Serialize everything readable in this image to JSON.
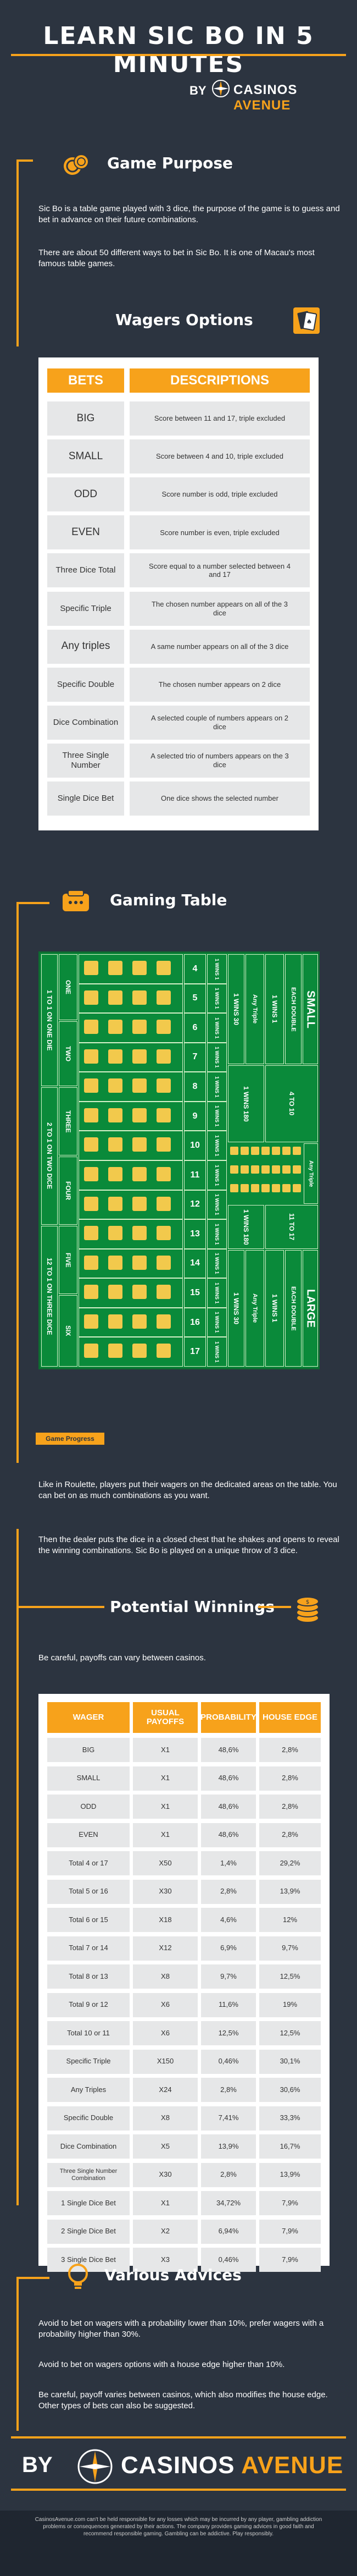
{
  "header": {
    "title": "LEARN SIC BO IN 5 MINUTES",
    "by": "BY",
    "brand_part1": "CASINOS",
    "brand_part2": "AVENUE"
  },
  "game_purpose": {
    "heading": "Game Purpose",
    "p1": "Sic Bo is a table game played with 3 dice, the purpose of the game is to guess and bet in advance on their future combinations.",
    "p2": "There are about 50 different ways to bet in Sic Bo. It is one of Macau's most famous table games."
  },
  "wagers": {
    "heading": "Wagers Options",
    "col_bets": "BETS",
    "col_desc": "DESCRIPTIONS",
    "rows": [
      {
        "bet": "BIG",
        "desc": "Score between 11 and 17, triple excluded"
      },
      {
        "bet": "SMALL",
        "desc": "Score between 4 and 10, triple excluded"
      },
      {
        "bet": "ODD",
        "desc": "Score number is odd, triple excluded"
      },
      {
        "bet": "EVEN",
        "desc": "Score number is even, triple excluded"
      },
      {
        "bet": "Three Dice Total",
        "desc": "Score equal to a number selected between 4 and 17"
      },
      {
        "bet": "Specific Triple",
        "desc": "The chosen number appears on all of the 3 dice"
      },
      {
        "bet": "Any triples",
        "desc": "A same number appears on all of the 3 dice"
      },
      {
        "bet": "Specific Double",
        "desc": "The chosen number appears on 2 dice"
      },
      {
        "bet": "Dice Combination",
        "desc": "A selected couple of numbers appears on 2 dice"
      },
      {
        "bet": "Three Single Number",
        "desc": "A selected trio of numbers appears on the 3 dice"
      },
      {
        "bet": "Single Dice Bet",
        "desc": "One dice shows the selected number"
      }
    ]
  },
  "gaming_table": {
    "heading": "Gaming Table",
    "board": {
      "small_label": "SMALL",
      "small_range": "4 TO 10",
      "big_label": "LARGE",
      "big_range": "11 TO 17",
      "each_double": "EACH DOUBLE",
      "wins": "1 WINS 1",
      "wins_any": "1 WINS 180",
      "wins_triple": "1 WINS 30",
      "any_triple": "Any Triple",
      "one_to_one": "1 TO 1 ON ONE DIE",
      "two_to_one": "2 TO 1 ON TWO DICE",
      "twelve_to_one": "12 TO 1 ON THREE DICE",
      "one": "ONE",
      "two": "TWO",
      "three": "THREE",
      "four": "FOUR",
      "five": "FIVE",
      "six": "SIX",
      "totals": [
        "4",
        "5",
        "6",
        "7",
        "8",
        "9",
        "10",
        "11",
        "12",
        "13",
        "14",
        "15",
        "16",
        "17"
      ]
    },
    "progress_label": "Game Progress",
    "p1": "Like in Roulette, players put their wagers on the dedicated areas on the table. You can bet on as much combinations as you want.",
    "p2": "Then the dealer puts the dice in a closed chest that he shakes and opens to reveal the winning combinations. Sic Bo is played on a unique throw of 3 dice."
  },
  "winnings": {
    "heading": "Potential Winnings",
    "intro": "Be careful, payoffs can vary between casinos.",
    "cols": [
      "WAGER",
      "USUAL PAYOFFS",
      "PROBABILITY",
      "HOUSE EDGE"
    ],
    "rows": [
      [
        "BIG",
        "X1",
        "48,6%",
        "2,8%"
      ],
      [
        "SMALL",
        "X1",
        "48,6%",
        "2,8%"
      ],
      [
        "ODD",
        "X1",
        "48,6%",
        "2,8%"
      ],
      [
        "EVEN",
        "X1",
        "48,6%",
        "2,8%"
      ],
      [
        "Total 4 or 17",
        "X50",
        "1,4%",
        "29,2%"
      ],
      [
        "Total 5 or 16",
        "X30",
        "2,8%",
        "13,9%"
      ],
      [
        "Total 6 or 15",
        "X18",
        "4,6%",
        "12%"
      ],
      [
        "Total 7 or 14",
        "X12",
        "6,9%",
        "9,7%"
      ],
      [
        "Total 8 or 13",
        "X8",
        "9,7%",
        "12,5%"
      ],
      [
        "Total 9 or 12",
        "X6",
        "11,6%",
        "19%"
      ],
      [
        "Total 10 or 11",
        "X6",
        "12,5%",
        "12,5%"
      ],
      [
        "Specific Triple",
        "X150",
        "0,46%",
        "30,1%"
      ],
      [
        "Any Triples",
        "X24",
        "2,8%",
        "30,6%"
      ],
      [
        "Specific Double",
        "X8",
        "7,41%",
        "33,3%"
      ],
      [
        "Dice Combination",
        "X5",
        "13,9%",
        "16,7%"
      ],
      [
        "Three Single Number Combination",
        "X30",
        "2,8%",
        "13,9%"
      ],
      [
        "1 Single Dice Bet",
        "X1",
        "34,72%",
        "7,9%"
      ],
      [
        "2 Single Dice Bet",
        "X2",
        "6,94%",
        "7,9%"
      ],
      [
        "3 Single Dice Bet",
        "X3",
        "0,46%",
        "7,9%"
      ]
    ]
  },
  "advices": {
    "heading": "Various Advices",
    "a1": "Avoid to bet on wagers with a probability lower than 10%, prefer wagers with a probability higher than 30%.",
    "a2": "Avoid to bet on wagers options with a house edge higher than 10%.",
    "a3": "Be careful, payoff varies between casinos, which also modifies the house edge. Other types of bets can also be suggested."
  },
  "footer": {
    "by": "BY",
    "brand_part1": "CASINOS",
    "brand_part2": "AVENUE",
    "disclaimer": "CasinosAvenue.com can't be held responsible for any losses which may be incurred by any player, gambling addiction problems or consequences generated by their actions. The company provides gaming advices in good faith and recommend responsible gaming. Gambling can be addictive. Play responsibly."
  },
  "colors": {
    "background": "#2c3440",
    "accent": "#f7a21b",
    "table_green": "#0a8a3a",
    "cell_gray": "#e6e7e8"
  }
}
